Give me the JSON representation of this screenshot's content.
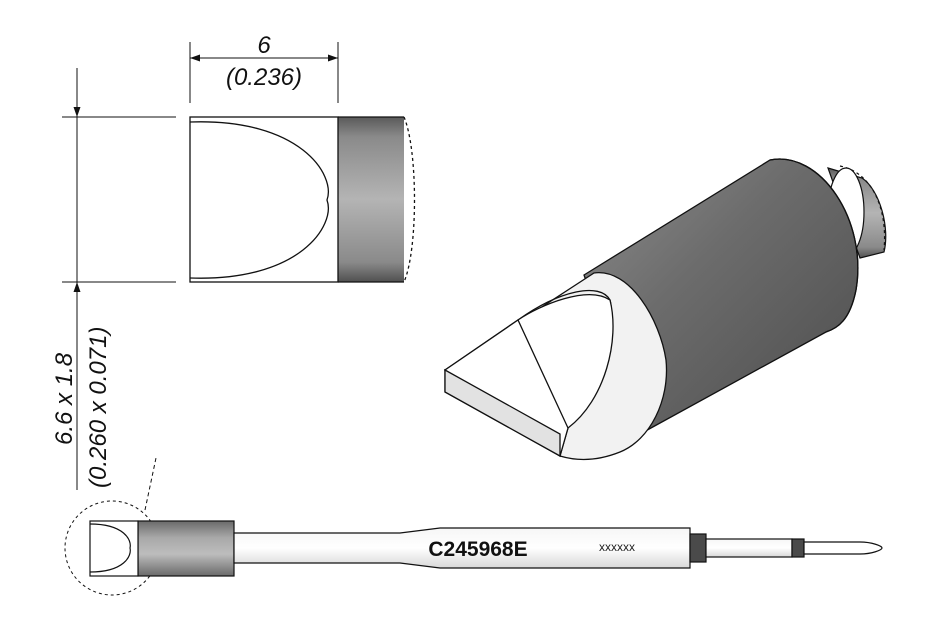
{
  "dimensions": {
    "length_mm": "6",
    "length_in": "(0.236)",
    "tip_mm": "6.6 x 1.8",
    "tip_in": "(0.260 x 0.071)"
  },
  "part": {
    "code": "C245968E",
    "marking": "xxxxxx"
  },
  "colors": {
    "body_dark": "#4a4a4a",
    "body_mid": "#9a9a9a",
    "body_light": "#d8d8d8",
    "outline": "#111111"
  }
}
